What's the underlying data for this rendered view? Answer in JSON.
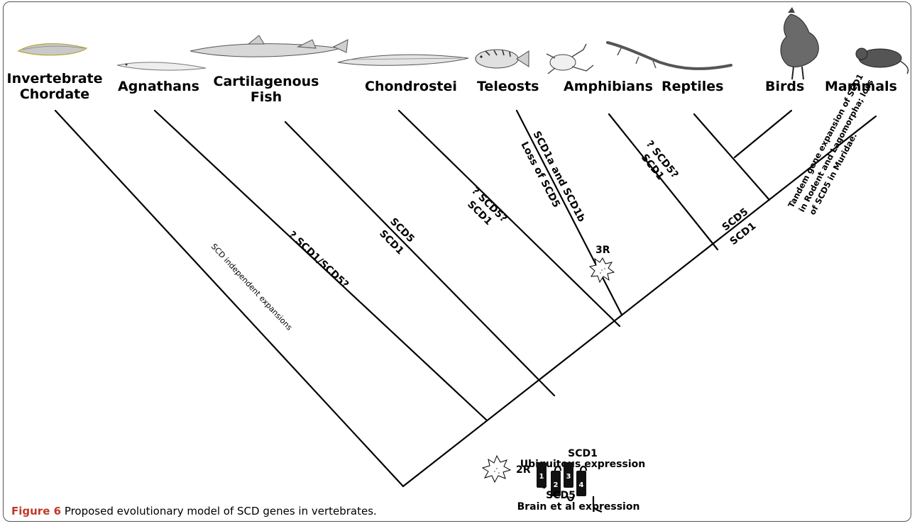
{
  "taxa": [
    {
      "id": "invertebrate",
      "label": "Invertebrate Chordate",
      "line1": "Invertebrate",
      "line2": "Chordate"
    },
    {
      "id": "agnathans",
      "label": "Agnathans"
    },
    {
      "id": "cartilagenous",
      "label": "Cartilagenous Fish",
      "line1": "Cartilagenous",
      "line2": "Fish"
    },
    {
      "id": "chondrostei",
      "label": "Chondrostei"
    },
    {
      "id": "teleosts",
      "label": "Teleosts"
    },
    {
      "id": "amphibians",
      "label": "Amphibians"
    },
    {
      "id": "reptiles",
      "label": "Reptiles"
    },
    {
      "id": "birds",
      "label": "Birds"
    },
    {
      "id": "mammals",
      "label": "Mammals"
    }
  ],
  "branch_labels": {
    "invertebrate": "SCD independent expansions",
    "agnathans": "? SCD1/SCD5?",
    "cartilagenous_top": "SCD5",
    "cartilagenous_bottom": "SCD1",
    "chondrostei_top": "? SCD5?",
    "chondrostei_bottom": "SCD1",
    "teleosts_top": "SCD1a and SCD1b",
    "teleosts_bottom": "Loss of SCD5",
    "amphibians_top": "? SCD5?",
    "amphibians_bottom": "SCD1",
    "amniote_top": "SCD5",
    "amniote_bottom": "SCD1",
    "mammals_note_1": "Tandem gene expansion of SCD1",
    "mammals_note_2": "in Rodent and Lagomorpha; loss",
    "mammals_note_3": "of SCD5 in Muridae."
  },
  "events": {
    "duplication_2r": "2R",
    "duplication_3r": "3R"
  },
  "protein_inset": {
    "top_title": "SCD1",
    "top_subtitle": "Ubiquitous expression",
    "bottom_title": "SCD5",
    "bottom_subtitle": "Brain et al expression",
    "domains": [
      "1",
      "2",
      "3",
      "4"
    ]
  },
  "caption": {
    "figure_label": "Figure 6",
    "text": " Proposed evolutionary model of SCD genes in vertebrates."
  },
  "colors": {
    "line": "#000000",
    "figure_label": "#c0392b",
    "frame": "#555555"
  },
  "icons": [
    "lancelet-icon",
    "lamprey-icon",
    "shark-icon",
    "sturgeon-icon",
    "perch-icon",
    "frog-icon",
    "lizard-icon",
    "rooster-icon",
    "rat-icon"
  ]
}
